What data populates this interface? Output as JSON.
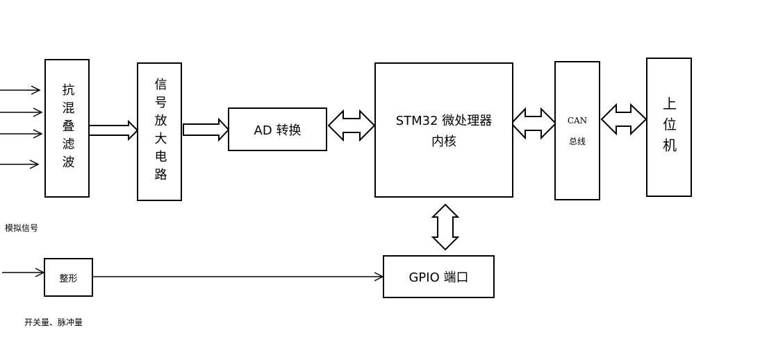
{
  "diagram": {
    "blocks": {
      "anti_alias": "抗混叠滤波",
      "amplifier": "信号放大电路",
      "ad": "AD 转换",
      "mcu_line1": "STM32 微处理器",
      "mcu_line2": "内核",
      "can_line1": "CAN",
      "can_line2": "总线",
      "host": "上位机",
      "shaping": "整形",
      "gpio": "GPIO 端口"
    },
    "labels": {
      "analog": "模拟信号",
      "digital": "开关量、脉冲量"
    }
  }
}
